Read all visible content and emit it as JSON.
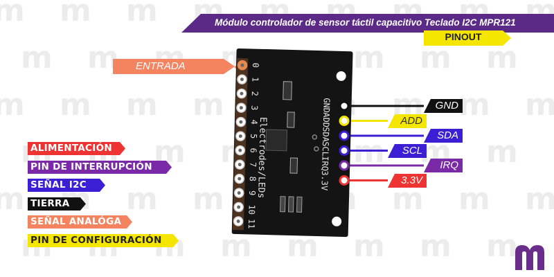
{
  "title": "Módulo controlador de sensor táctil capacitivo Teclado I2C MPR121",
  "subtitle": "PINOUT",
  "board": {
    "left_pins": [
      "0",
      "1",
      "2",
      "3",
      "4",
      "5",
      "6",
      "7",
      "8",
      "9",
      "10",
      "11"
    ],
    "right_pins": [
      "GND",
      "ADD",
      "SDA",
      "SCL",
      "IRQ",
      "3.3V"
    ],
    "silkscreen": "Electrodes/LEDs"
  },
  "left_label": {
    "text": "ENTRADA",
    "color": "#f4845f"
  },
  "right_labels": [
    {
      "text": "GND",
      "color": "#111111",
      "text_color": "#ffffff"
    },
    {
      "text": "ADD",
      "color": "#f5e600",
      "text_color": "#333333"
    },
    {
      "text": "SDA",
      "color": "#3b1fd4",
      "text_color": "#ffffff"
    },
    {
      "text": "SCL",
      "color": "#3b1fd4",
      "text_color": "#ffffff"
    },
    {
      "text": "IRQ",
      "color": "#7a2aa6",
      "text_color": "#ffffff"
    },
    {
      "text": "3.3V",
      "color": "#ee3433",
      "text_color": "#ffffff"
    }
  ],
  "legend": [
    {
      "text": "ALIMENTACIÓN",
      "color": "#ee3433",
      "text_color": "#ffffff"
    },
    {
      "text": "PIN DE INTERRUPCIÓN",
      "color": "#7a2aa6",
      "text_color": "#ffffff"
    },
    {
      "text": "SEÑAL I2C",
      "color": "#3b1fd4",
      "text_color": "#ffffff"
    },
    {
      "text": "TIERRA",
      "color": "#111111",
      "text_color": "#ffffff"
    },
    {
      "text": "SEÑAL ANALÓGA",
      "color": "#f4845f",
      "text_color": "#ffffff"
    },
    {
      "text": "PIN DE CONFIGURACIÓN",
      "color": "#f5e600",
      "text_color": "#222222"
    }
  ],
  "colors": {
    "title_banner": "#5b2a86",
    "pinout_tag": "#f5e600",
    "watermark": "#ececec",
    "board": "#141414",
    "pad": "#e8894f"
  },
  "icons": {
    "watermark": "m-logo-watermark",
    "brand": "m-logo"
  }
}
